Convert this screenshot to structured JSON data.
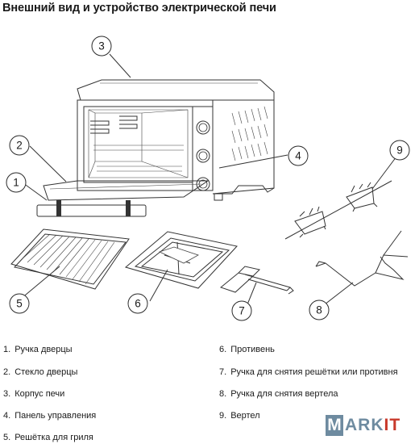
{
  "title": "Внешний вид и устройство электрической печи",
  "callouts": [
    {
      "num": "1"
    },
    {
      "num": "2"
    },
    {
      "num": "3"
    },
    {
      "num": "4"
    },
    {
      "num": "5"
    },
    {
      "num": "6"
    },
    {
      "num": "7"
    },
    {
      "num": "8"
    },
    {
      "num": "9"
    }
  ],
  "legend": {
    "left": [
      {
        "num": "1.",
        "label": "Ручка дверцы"
      },
      {
        "num": "2.",
        "label": "Стекло дверцы"
      },
      {
        "num": "3.",
        "label": "Корпус печи"
      },
      {
        "num": "4.",
        "label": "Панель управления"
      },
      {
        "num": "5.",
        "label": "Решётка для гриля"
      }
    ],
    "right": [
      {
        "num": "6.",
        "label": "Противень"
      },
      {
        "num": "7.",
        "label": "Ручка для снятия решётки или противня"
      },
      {
        "num": "8.",
        "label": "Ручка для снятия вертела"
      },
      {
        "num": "9.",
        "label": "Вертел"
      }
    ]
  },
  "watermark": {
    "box_letter": "M",
    "rest": "ARK",
    "accent": "IT"
  },
  "colors": {
    "line": "#333333",
    "watermark": "#6e8ba0",
    "watermark_accent": "#c8392b"
  }
}
